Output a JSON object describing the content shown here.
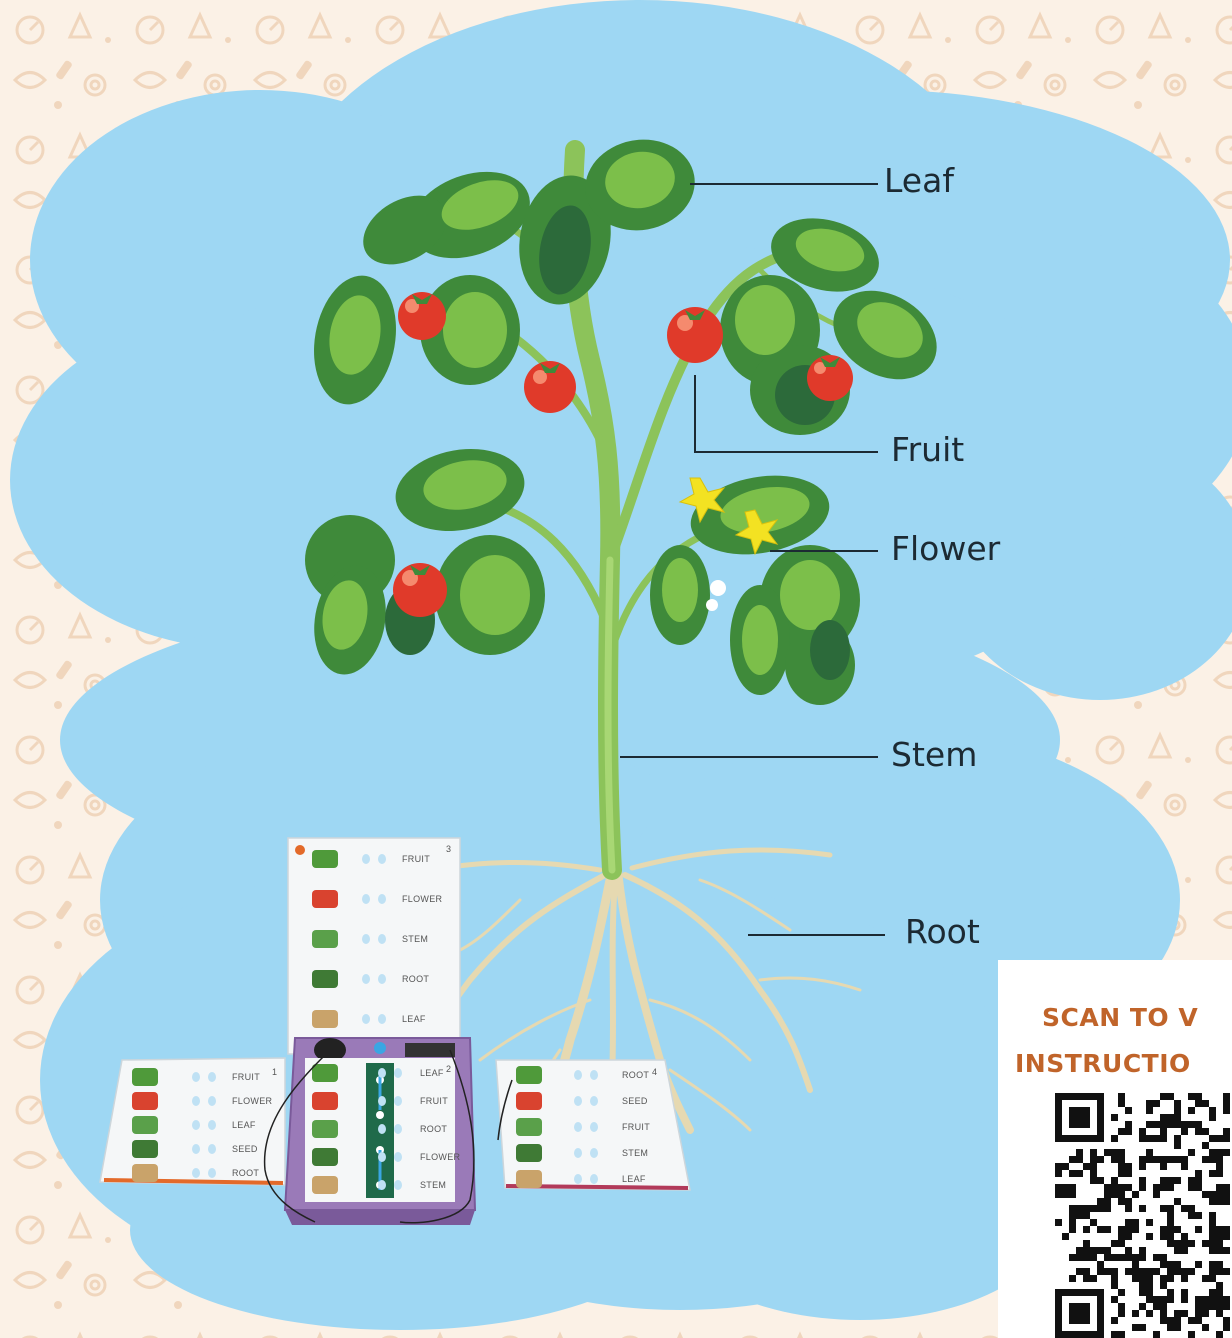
{
  "labels": {
    "leaf": "Leaf",
    "fruit": "Fruit",
    "flower": "Flower",
    "stem": "Stem",
    "root": "Root"
  },
  "scan": {
    "line1": "SCAN TO V",
    "line2": "INSTRUCTIO"
  },
  "cards": {
    "top": {
      "number": "3",
      "rows": [
        "FRUIT",
        "FLOWER",
        "STEM",
        "ROOT",
        "LEAF"
      ]
    },
    "left": {
      "number": "1",
      "rows": [
        "FRUIT",
        "FLOWER",
        "LEAF",
        "SEED",
        "ROOT"
      ]
    },
    "middle": {
      "number": "2",
      "rows": [
        "LEAF",
        "FRUIT",
        "ROOT",
        "FLOWER",
        "STEM"
      ]
    },
    "right": {
      "number": "4",
      "rows": [
        "ROOT",
        "SEED",
        "FRUIT",
        "STEM",
        "LEAF"
      ]
    }
  },
  "colors": {
    "background": "#fbf1e6",
    "cloud": "#9ed7f3",
    "pattern": "#f1d9c2",
    "scan_text": "#c0642a",
    "leaf_dark": "#3f8a3a",
    "leaf_light": "#7cbf4a",
    "stem": "#8cc35a",
    "tomato": "#e03a2a",
    "root": "#e6d9b1",
    "box": "#9a7ab8"
  }
}
